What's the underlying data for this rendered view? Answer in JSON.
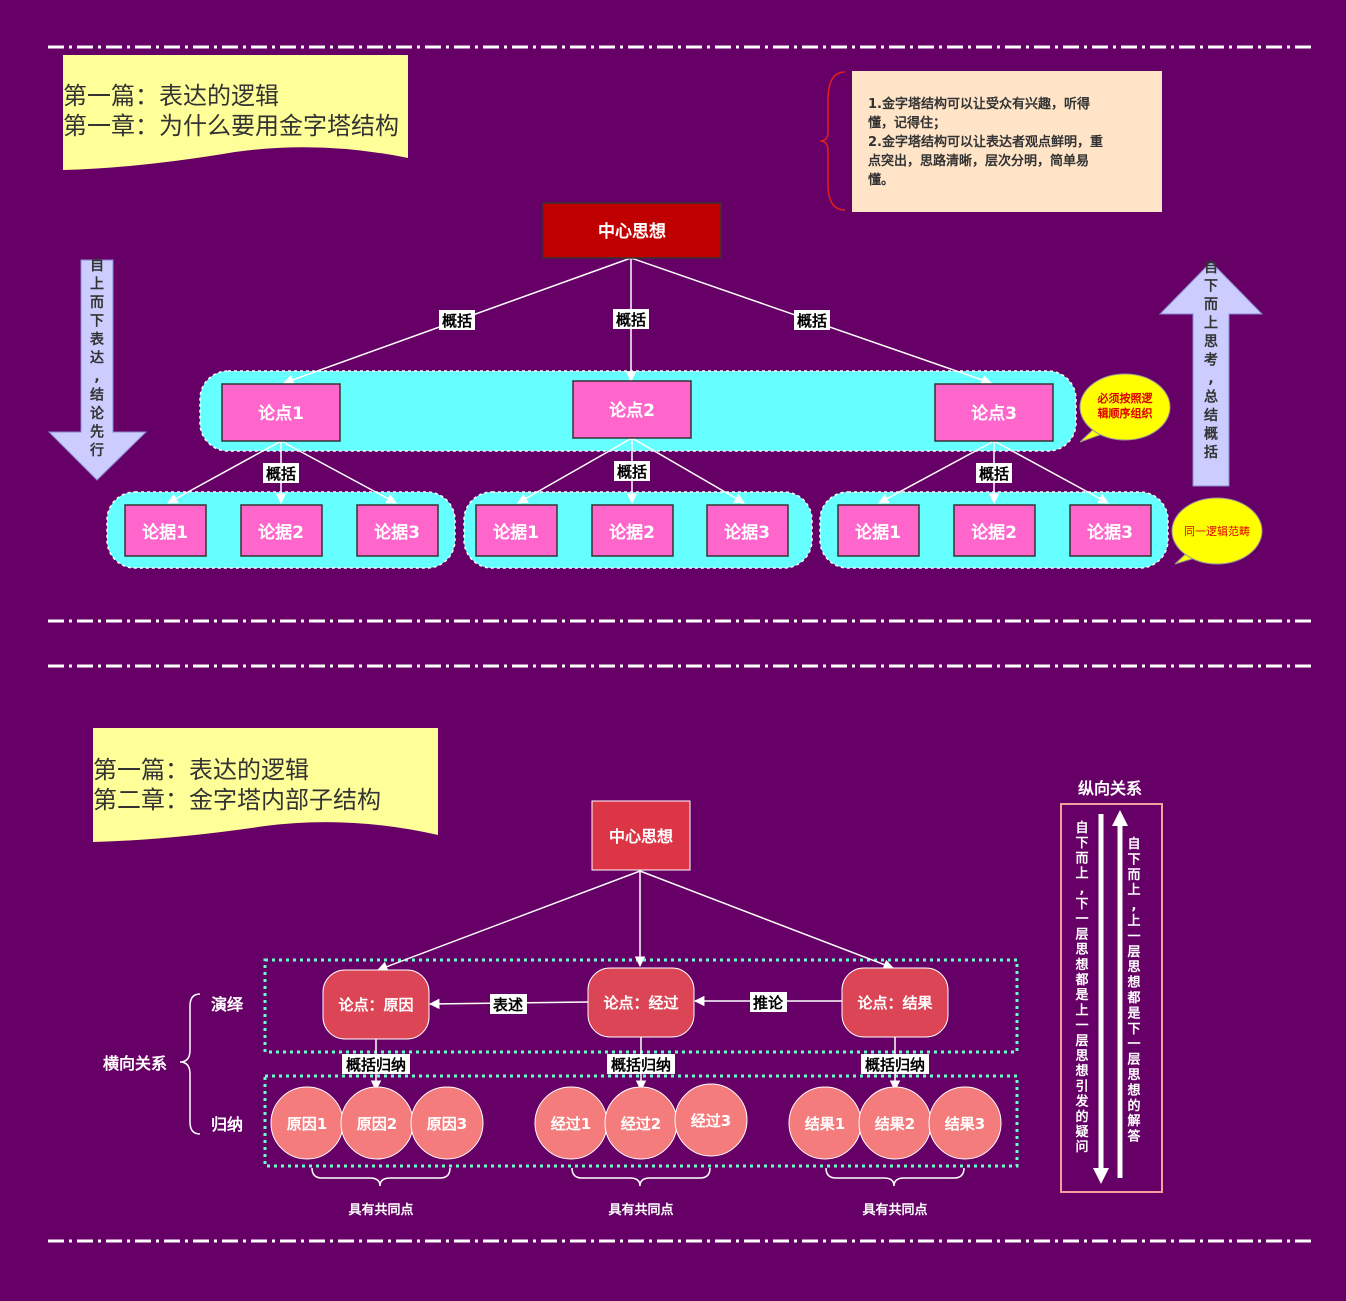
{
  "section1": {
    "title_line1": "第一篇：表达的逻辑",
    "title_line2": "第一章：为什么要用金字塔结构",
    "note_line1": "1.金字塔结构可以让受众有兴趣，听得",
    "note_line2": "懂，记得住；",
    "note_line3": "2.金字塔结构可以让表达者观点鲜明，重",
    "note_line4": "点突出，思路清晰，层次分明，简单易",
    "note_line5": "懂。",
    "center": "中心思想",
    "summary_label": "概括",
    "points": [
      "论点1",
      "论点2",
      "论点3"
    ],
    "evidence": [
      "论据1",
      "论据2",
      "论据3"
    ],
    "left_arrow_text": "自上而下表达，结论先行",
    "right_arrow_text": "自下而上思考，总结概括",
    "bubble1_line1": "必须按照逻",
    "bubble1_line2": "辑顺序组织",
    "bubble2": "同一逻辑范畴"
  },
  "section2": {
    "title_line1": "第一篇：表达的逻辑",
    "title_line2": "第二章：金字塔内部子结构",
    "center": "中心思想",
    "points": [
      "论点：原因",
      "论点：经过",
      "论点：结果"
    ],
    "label_express": "表述",
    "label_infer": "推论",
    "label_induce": "概括归纳",
    "deduction": "演绎",
    "induction": "归纳",
    "horizontal": "横向关系",
    "vertical": "纵向关系",
    "groups": [
      [
        "原因1",
        "原因2",
        "原因3"
      ],
      [
        "经过1",
        "经过2",
        "经过3"
      ],
      [
        "结果1",
        "结果2",
        "结果3"
      ]
    ],
    "common": "具有共同点",
    "vertical_down_text": "自下而上，下一层思想都是上一层思想引发的疑问",
    "vertical_up_text": "自下而上，上一层思想都是下一层思想的解答"
  },
  "colors": {
    "background": "#660066",
    "note_yellow": "#FFFF99",
    "dark_red": "#C00000",
    "pink_box": "#FF66CC",
    "cyan": "#66FFFF",
    "crimson": "#DC3545",
    "salmon": "#F47C7C"
  }
}
